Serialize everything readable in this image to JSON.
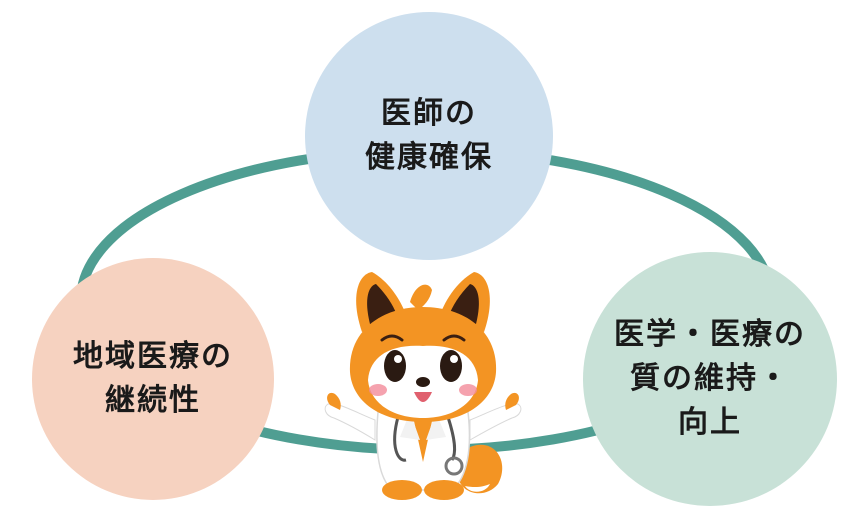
{
  "colors": {
    "ring": "#4f9e92",
    "top_circle": "#cddfee",
    "left_circle": "#f6d2c0",
    "right_circle": "#c8e1d7",
    "text": "#1a1a1a",
    "mascot_orange": "#f39423",
    "coat": "#ffffff"
  },
  "nodes": {
    "top": {
      "lines": [
        "医師の",
        "健康確保"
      ]
    },
    "left": {
      "lines": [
        "地域医療の",
        "継続性"
      ]
    },
    "right": {
      "lines": [
        "医学・医療の",
        "質の維持・",
        "向上"
      ]
    }
  },
  "mascot": {
    "icon": "fox-doctor-mascot-icon"
  }
}
